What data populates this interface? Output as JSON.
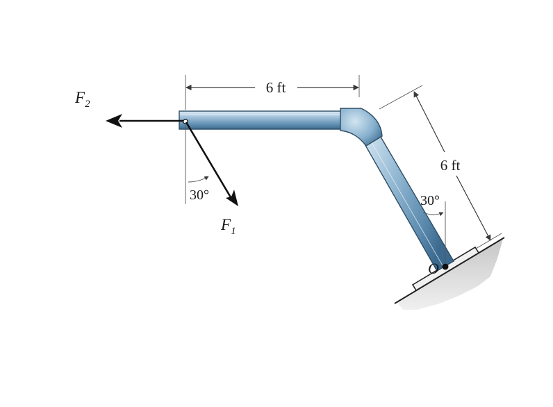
{
  "labels": {
    "force_f2_main": "F",
    "force_f2_sub": "2",
    "force_f1_main": "F",
    "force_f1_sub": "1",
    "horizontal_dimension": "6 ft",
    "inclined_dimension": "6 ft",
    "angle_at_f1": "30°",
    "angle_at_support": "30°",
    "support_point": "O"
  },
  "colors": {
    "pipe_light": "#cfe3f0",
    "pipe_mid": "#7ea9c8",
    "pipe_dark": "#3f6f93",
    "pipe_outline": "#2e4d63",
    "arrow": "#111111",
    "ground": "#c9c9c9"
  }
}
